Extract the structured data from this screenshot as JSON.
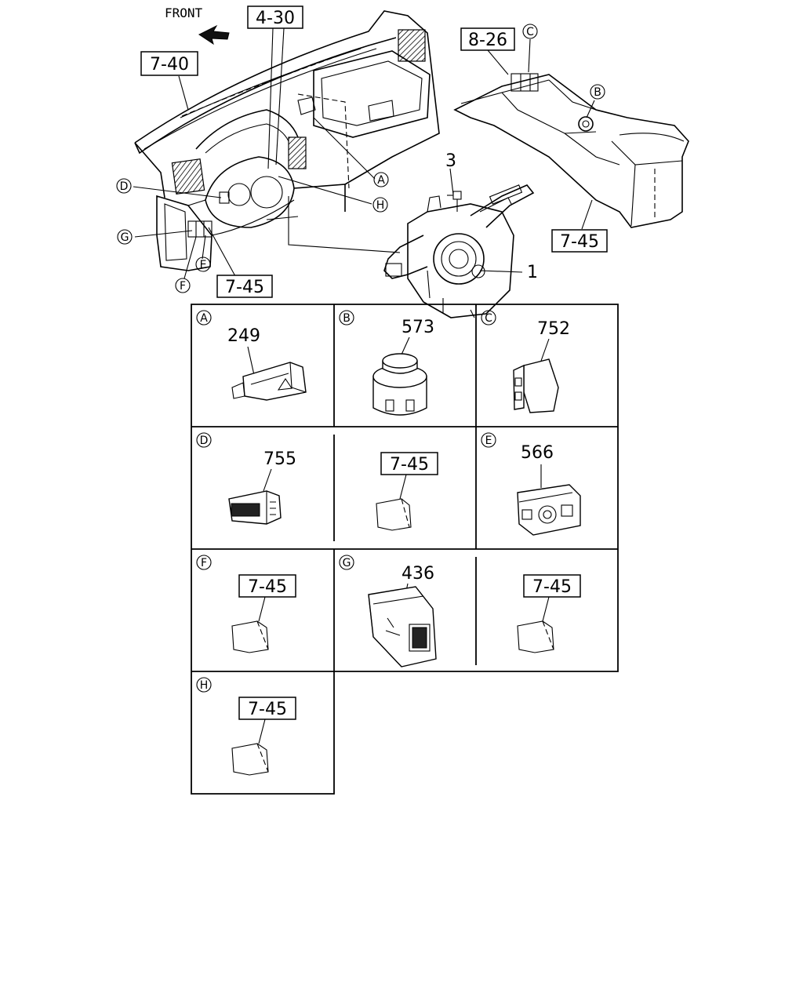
{
  "overview": {
    "front_label": "FRONT",
    "refs": {
      "dash_left": "7-40",
      "dash_top": "4-30",
      "console_top": "8-26",
      "console_bottom": "7-45",
      "lower_left": "7-45"
    },
    "part_numbers": {
      "combo_switch": "1",
      "screw": "3"
    },
    "callouts": [
      "A",
      "B",
      "C",
      "D",
      "E",
      "F",
      "G",
      "H"
    ]
  },
  "detail_panels": [
    {
      "letter": "A",
      "part": "249"
    },
    {
      "letter": "B",
      "part": "573"
    },
    {
      "letter": "C",
      "part": "752"
    },
    {
      "letter": "D",
      "part": "755"
    },
    {
      "letter": "",
      "ref": "7-45"
    },
    {
      "letter": "E",
      "part": "566"
    },
    {
      "letter": "F",
      "ref": "7-45"
    },
    {
      "letter": "G",
      "part": "436"
    },
    {
      "letter": "",
      "ref": "7-45"
    },
    {
      "letter": "H",
      "ref": "7-45"
    }
  ]
}
